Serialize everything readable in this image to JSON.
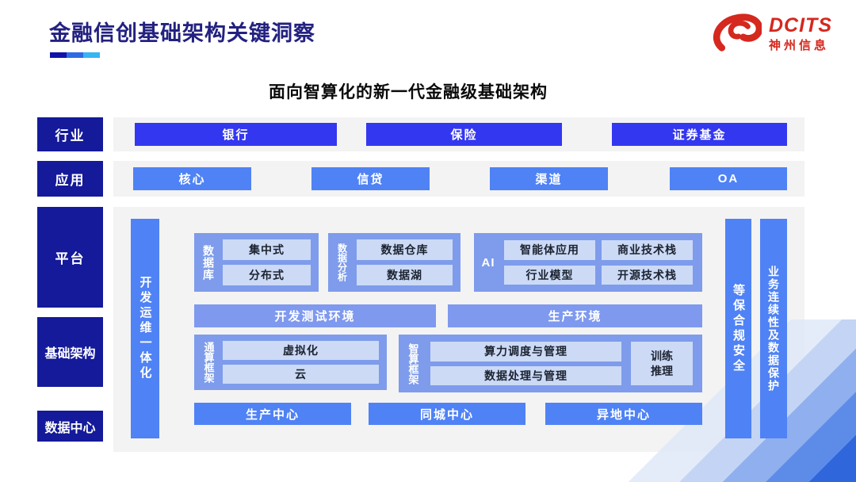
{
  "header": {
    "title": "金融信创基础架构关键洞察",
    "logo_brand": "DCITS",
    "logo_company": "神州信息"
  },
  "diagram": {
    "subtitle": "面向智算化的新一代金融级基础架构",
    "side_labels": {
      "industry": "行业",
      "application": "应用",
      "platform": "平台",
      "infrastructure": "基础架构",
      "datacenter": "数据中心"
    },
    "industry_items": [
      "银行",
      "保险",
      "证券基金"
    ],
    "application_items": [
      "核心",
      "信贷",
      "渠道",
      "OA"
    ],
    "devops_bar": "开发运维一体化",
    "groups": {
      "database": {
        "label": "数据库",
        "items": [
          "集中式",
          "分布式"
        ]
      },
      "analytics": {
        "label": "数据分析",
        "items": [
          "数据仓库",
          "数据湖"
        ]
      },
      "ai": {
        "label": "AI",
        "items": [
          "智能体应用",
          "商业技术栈",
          "行业模型",
          "开源技术栈"
        ]
      },
      "general_compute": {
        "label": "通算框架",
        "items": [
          "虚拟化",
          "云"
        ]
      },
      "intelligent_compute": {
        "label": "智算框架",
        "items": [
          "算力调度与管理",
          "数据处理与管理"
        ],
        "side_item_lines": [
          "训练",
          "推理"
        ]
      }
    },
    "environments": [
      "开发测试环境",
      "生产环境"
    ],
    "centers": [
      "生产中心",
      "同城中心",
      "异地中心"
    ],
    "right_bars": [
      "等保合规安全",
      "业务连续性及数据保护"
    ]
  },
  "colors": {
    "title_navy": "#232180",
    "logo_red": "#d5281e",
    "side_navy": "#141a99",
    "royal_blue": "#3437f0",
    "primary_blue": "#4f82f5",
    "group_periwinkle": "#7e9ceb",
    "env_bar_blue": "#7e99ee",
    "light_box": "#ccdaf6",
    "panel_gray": "#f3f3f4",
    "underline_segments": [
      "#1113a8",
      "#2e6ae4",
      "#36b5f2"
    ]
  }
}
